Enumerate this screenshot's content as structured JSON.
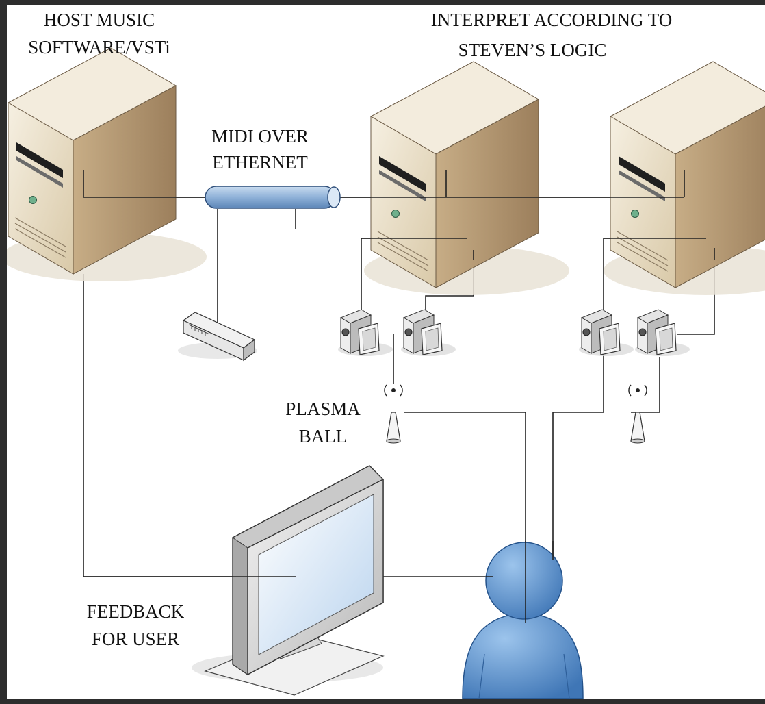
{
  "labels": {
    "host_line1": "HOST MUSIC",
    "host_line2": "SOFTWARE/VSTi",
    "midi_line1": "MIDI OVER",
    "midi_line2": "ETHERNET",
    "interpret_line1": "INTERPRET ACCORDING TO",
    "interpret_line2": "STEVEN’S LOGIC",
    "plasma_line1": "PLASMA",
    "plasma_line2": "BALL",
    "feedback_line1": "FEEDBACK",
    "feedback_line2": "FOR USER"
  },
  "colors": {
    "tower_front": "#e7dcc4",
    "tower_side": "#b09470",
    "pipe": "#8fb1d8",
    "person": "#4d86c6",
    "screen": "#cfe2f3"
  }
}
